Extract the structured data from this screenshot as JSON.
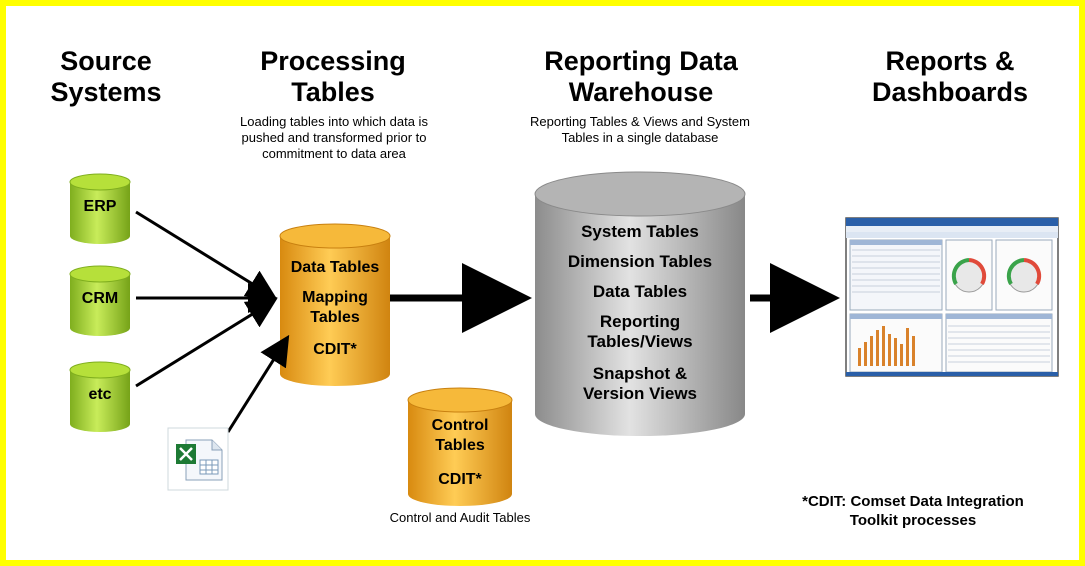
{
  "headers": {
    "source": "Source Systems",
    "processing": "Processing Tables",
    "warehouse": "Reporting Data Warehouse",
    "reports": "Reports & Dashboards"
  },
  "descriptions": {
    "processing": "Loading tables into which data is pushed and transformed prior to commitment to data area",
    "warehouse": "Reporting Tables & Views and System Tables in a single database",
    "control": "Control and Audit Tables"
  },
  "source_systems": [
    "ERP",
    "CRM",
    "etc"
  ],
  "processing_cylinder": [
    "Data Tables",
    "Mapping Tables",
    "CDIT*"
  ],
  "control_cylinder": [
    "Control Tables",
    "CDIT*"
  ],
  "warehouse_cylinder": [
    "System Tables",
    "Dimension Tables",
    "Data Tables",
    "Reporting Tables/Views",
    "Snapshot & Version Views"
  ],
  "footnote": "*CDIT: Comset Data Integration Toolkit processes",
  "colors": {
    "frame": "#ffff00",
    "source_green": "#9acd32",
    "processing_orange": "#f0a830",
    "warehouse_grey": "#c0c0c0"
  },
  "icons": [
    "excel-icon",
    "dashboard-screenshot"
  ]
}
